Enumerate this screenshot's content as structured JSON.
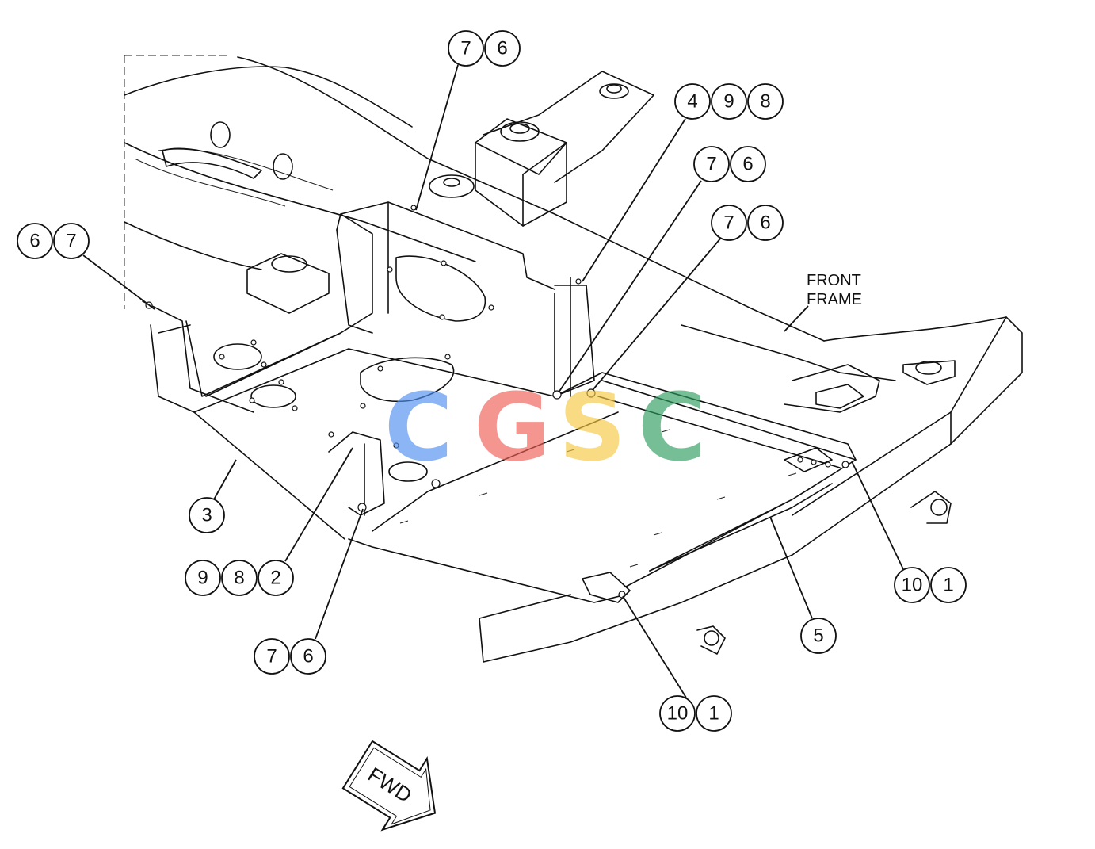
{
  "callouts": [
    {
      "id": "top-center",
      "left": "7",
      "right": "6"
    },
    {
      "id": "top-right-a",
      "nums": [
        "4",
        "9",
        "8"
      ]
    },
    {
      "id": "right-b",
      "left": "7",
      "right": "6"
    },
    {
      "id": "right-c",
      "left": "7",
      "right": "6"
    },
    {
      "id": "left",
      "left": "6",
      "right": "7"
    },
    {
      "id": "part3",
      "nums": [
        "3"
      ]
    },
    {
      "id": "bottom-left",
      "nums": [
        "9",
        "8",
        "2"
      ]
    },
    {
      "id": "bottom-left-b",
      "left": "7",
      "right": "6"
    },
    {
      "id": "bottom-center",
      "left": "10",
      "right": "1"
    },
    {
      "id": "part5",
      "nums": [
        "5"
      ]
    },
    {
      "id": "right-d",
      "left": "10",
      "right": "1"
    }
  ],
  "labels": {
    "front_frame_line1": "FRONT",
    "front_frame_line2": "FRAME",
    "fwd": "FWD"
  },
  "watermark": {
    "letters": [
      "C",
      "G",
      "S",
      "C"
    ],
    "colors": [
      "#4f8ff0",
      "#ef5e55",
      "#f5c842",
      "#2e9e5f"
    ]
  }
}
